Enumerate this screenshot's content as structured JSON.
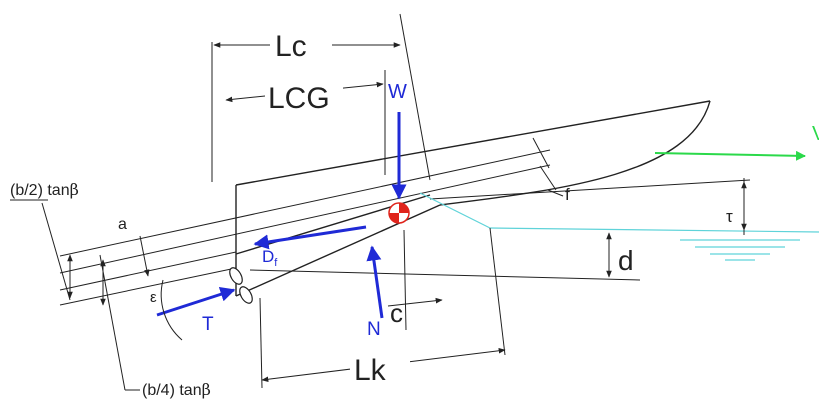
{
  "labels": {
    "lc": "Lc",
    "lcg": "LCG",
    "w": "W",
    "f": "f",
    "tau": "τ",
    "d": "d",
    "a": "a",
    "epsilon": "ε",
    "di_main": "D",
    "di_sub": "f",
    "t": "T",
    "n": "N",
    "c": "c",
    "lk": "Lk",
    "b2_prefix": "(b/2)",
    "b2_suffix": " tan",
    "b2_beta": "β",
    "b4_prefix": "(b/4) tan",
    "b4_beta": "β",
    "v": "V"
  },
  "colors": {
    "line": "#222222",
    "force": "#1f2ad6",
    "velocity": "#2bd94a",
    "water": "#5fd3d9",
    "cg_red": "#e0241c"
  }
}
